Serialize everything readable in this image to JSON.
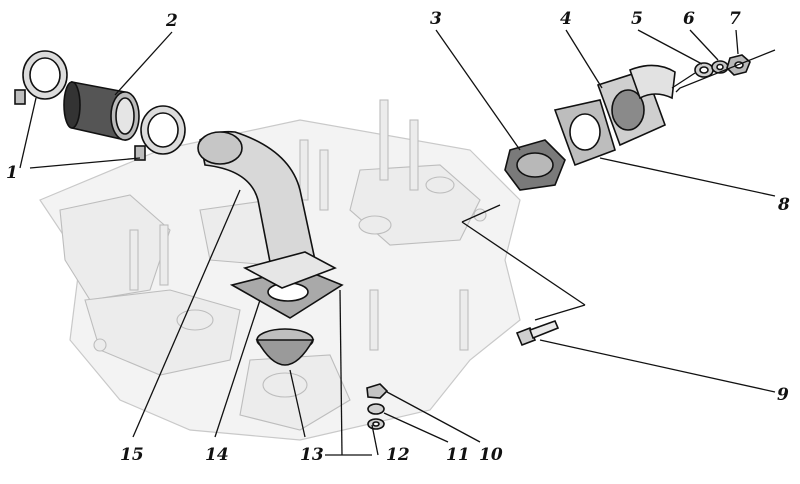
{
  "figure": {
    "callouts": [
      {
        "id": "c1",
        "label": "1"
      },
      {
        "id": "c2",
        "label": "2"
      },
      {
        "id": "c3",
        "label": "3"
      },
      {
        "id": "c4",
        "label": "4"
      },
      {
        "id": "c5",
        "label": "5"
      },
      {
        "id": "c6",
        "label": "6"
      },
      {
        "id": "c7",
        "label": "7"
      },
      {
        "id": "c8",
        "label": "8"
      },
      {
        "id": "c9",
        "label": "9"
      },
      {
        "id": "c10",
        "label": "10"
      },
      {
        "id": "c11",
        "label": "11"
      },
      {
        "id": "c12",
        "label": "12"
      },
      {
        "id": "c13",
        "label": "13"
      },
      {
        "id": "c14",
        "label": "14"
      },
      {
        "id": "c15",
        "label": "15"
      }
    ]
  }
}
